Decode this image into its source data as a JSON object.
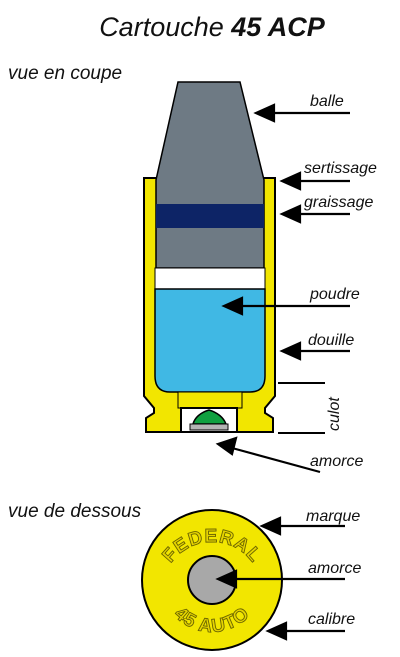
{
  "title": {
    "main": "Cartouche ",
    "bold": "45 ACP"
  },
  "sections": {
    "cross_section": "vue en coupe",
    "bottom_view": "vue de dessous"
  },
  "labels": {
    "balle": "balle",
    "sertissage": "sertissage",
    "graissage": "graissage",
    "poudre": "poudre",
    "douille": "douille",
    "culot": "culot",
    "amorce_top": "amorce",
    "marque": "marque",
    "amorce_bottom": "amorce",
    "calibre": "calibre"
  },
  "headstamp": {
    "top": "FEDERAL",
    "bottom": "45 AUTO"
  },
  "colors": {
    "bullet": "#6e7a84",
    "lube_band": "#0d2466",
    "powder": "#40b8e4",
    "case": "#f2e600",
    "primer": "#10a040",
    "primer_face": "#a8a8a8",
    "outline": "#000000"
  }
}
